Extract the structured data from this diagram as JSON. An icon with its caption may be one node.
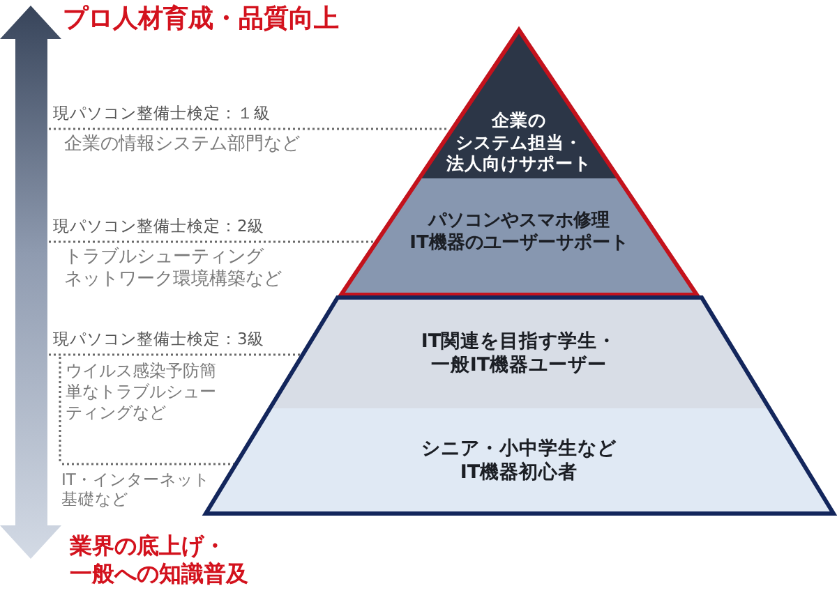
{
  "diagram": {
    "nodes": [
      {
        "text": [],
        "shape": "triangle"
      },
      {
        "text": [
          "企業のシステム担当・法人向けサポート"
        ],
        "in": 0
      },
      {
        "text": [
          "パソコンやスマホ修理IT機器のユーザーサポート"
        ],
        "in": 0
      },
      {
        "text": [],
        "shape": "trapezoid"
      },
      {
        "text": [
          "IT関連を目指す学生・一般IT機器ユーザー"
        ],
        "in": 3
      },
      {
        "text": [
          "シニア・小中学生などIT機器初心者"
        ],
        "in": 3
      }
    ],
    "labels": [
      "プロ人材育成・品質向上",
      "現パソコン整備士検定：１級",
      "企業の情報システム部門など",
      "現パソコン整備士検定：2級",
      "トラブルシューティングネットワーク環境構築など",
      "現パソコン整備士検定：3級",
      "ウイルス感染予防簡単なトラブルシューティングなど",
      "IT・インターネット基礎など",
      "業界の底上げ・一般への知識普及"
    ]
  }
}
